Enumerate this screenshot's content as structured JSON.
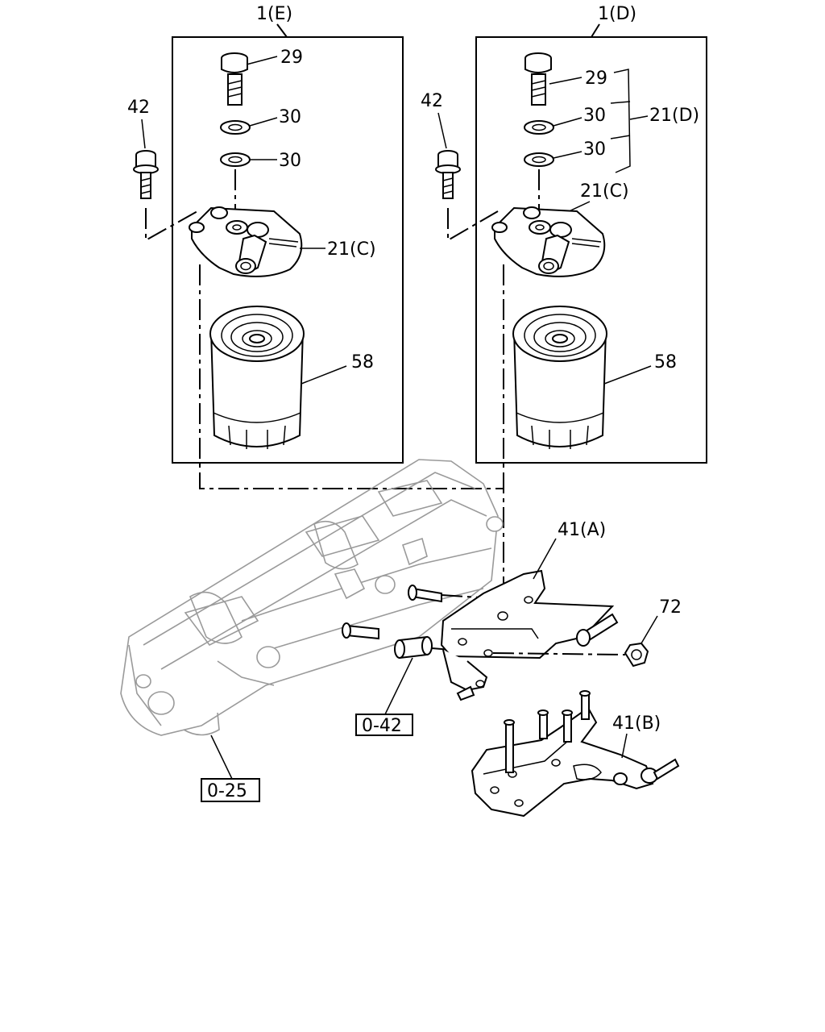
{
  "labels": {
    "kit_e": "1(E)",
    "kit_d": "1(D)",
    "e_bolt": "29",
    "e_washer_top": "30",
    "e_washer_bottom": "30",
    "e_bolt_side": "42",
    "e_head": "21(C)",
    "e_filter": "58",
    "d_bolt": "29",
    "d_washer_top": "30",
    "d_washer_bottom": "30",
    "d_kit": "21(D)",
    "d_head": "21(C)",
    "d_bolt_side": "42",
    "d_filter": "58",
    "bracket_a": "41(A)",
    "bracket_b": "41(B)",
    "nut": "72",
    "ref_042": "0-42",
    "ref_025": "0-25"
  }
}
